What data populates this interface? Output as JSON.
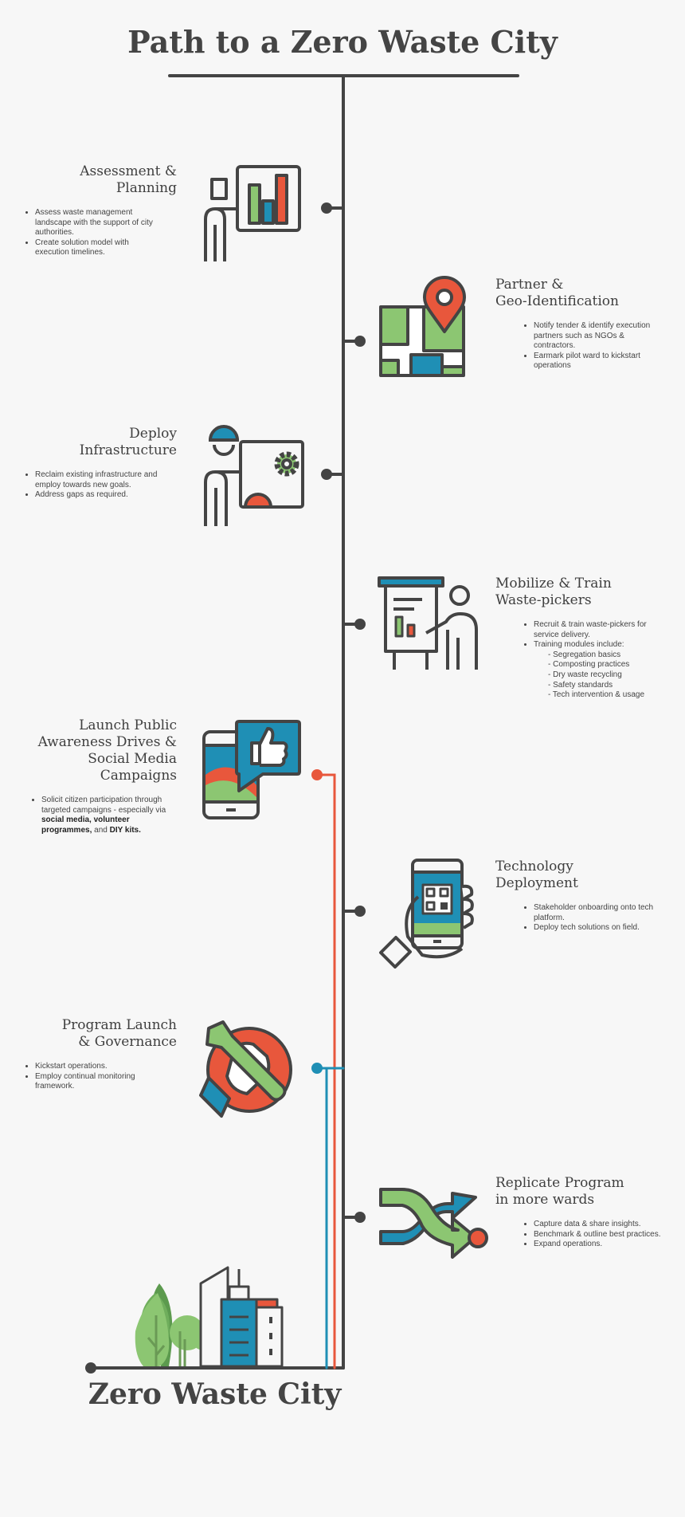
{
  "title": "Path to a Zero Waste City",
  "footer_title": "Zero Waste City",
  "colors": {
    "ink": "#444444",
    "green": "#8cc672",
    "blue": "#1f8fb5",
    "orange": "#e8573c",
    "background": "#f7f7f7"
  },
  "steps": [
    {
      "title_lines": [
        "Assessment &",
        "Planning"
      ],
      "bullets": [
        "Assess waste management landscape with the support of city authorities.",
        "Create solution model with execution timelines."
      ],
      "icon": "presentation-chart-icon"
    },
    {
      "title_lines": [
        "Partner &",
        "Geo-Identification"
      ],
      "bullets": [
        "Notify tender & identify execution partners such as NGOs & contractors.",
        "Earmark pilot ward to kickstart operations"
      ],
      "icon": "map-pin-icon"
    },
    {
      "title_lines": [
        "Deploy",
        "Infrastructure"
      ],
      "bullets": [
        "Reclaim existing infrastructure and employ towards new goals.",
        "Address gaps as required."
      ],
      "icon": "engineer-gears-icon"
    },
    {
      "title_lines": [
        "Mobilize & Train",
        "Waste-pickers"
      ],
      "bullets": [
        "Recruit & train waste-pickers for service delivery.",
        "Training modules include:"
      ],
      "sub_bullets": [
        "- Segregation basics",
        "- Composting practices",
        "- Dry waste recycling",
        "- Safety standards",
        "- Tech intervention & usage"
      ],
      "icon": "trainer-board-icon"
    },
    {
      "title_lines": [
        "Launch Public",
        "Awareness Drives &",
        "Social Media Campaigns"
      ],
      "bullet_parts": {
        "a": "Solicit citizen participation through targeted campaigns - especially via ",
        "b": "social media, volunteer programmes,",
        "c": " and ",
        "d": "DIY kits."
      },
      "icon": "phone-thumbs-up-icon"
    },
    {
      "title_lines": [
        "Technology",
        "Deployment"
      ],
      "bullets": [
        "Stakeholder onboarding onto tech platform.",
        "Deploy tech solutions on field."
      ],
      "icon": "phone-qr-code-icon"
    },
    {
      "title_lines": [
        "Program Launch",
        "& Governance"
      ],
      "bullets": [
        "Kickstart operations.",
        "Employ continual monitoring framework."
      ],
      "icon": "wrench-hand-icon"
    },
    {
      "title_lines": [
        "Replicate Program",
        "in more wards"
      ],
      "bullets": [
        "Capture data & share insights.",
        "Benchmark & outline best practices.",
        "Expand operations."
      ],
      "icon": "crossing-arrows-icon"
    }
  ]
}
